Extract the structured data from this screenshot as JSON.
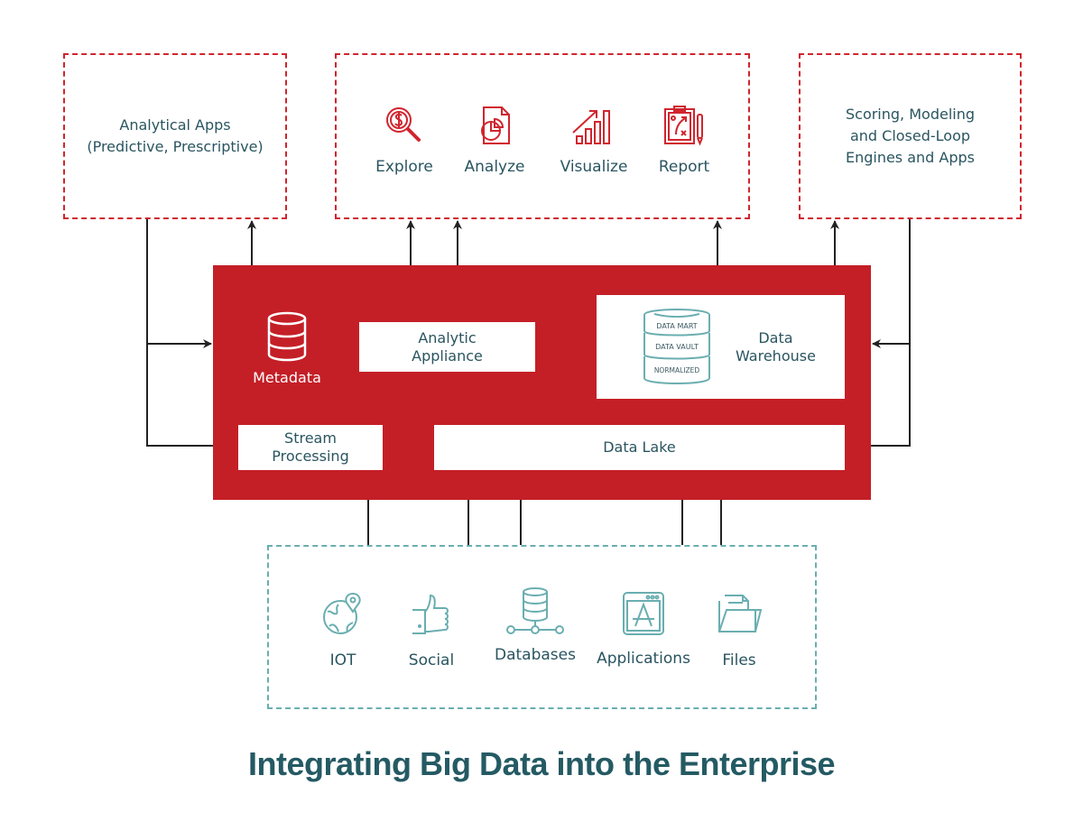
{
  "title": "Integrating Big Data into the Enterprise",
  "colors": {
    "accent_red": "#c41f27",
    "dash_red": "#d0252e",
    "teal": "#6aaeb0",
    "text": "#2a5560",
    "arrow": "#222222"
  },
  "consumers": {
    "analytical_apps": {
      "label": "Analytical Apps\n(Predictive, Prescriptive)"
    },
    "bi_tools": {
      "items": [
        {
          "label": "Explore",
          "icon": "dollar-magnifier-icon"
        },
        {
          "label": "Analyze",
          "icon": "pie-chart-document-icon"
        },
        {
          "label": "Visualize",
          "icon": "growth-bar-chart-icon"
        },
        {
          "label": "Report",
          "icon": "clipboard-strategy-icon"
        }
      ]
    },
    "scoring_engines": {
      "label": "Scoring, Modeling\nand Closed-Loop\nEngines and Apps"
    }
  },
  "core": {
    "metadata": {
      "label": "Metadata",
      "icon": "database-stack-icon"
    },
    "analytic_appliance": {
      "label": "Analytic\nAppliance"
    },
    "stream_processing": {
      "label": "Stream\nProcessing"
    },
    "data_lake": {
      "label": "Data Lake"
    },
    "data_warehouse": {
      "label": "Data\nWarehouse",
      "layers": [
        "DATA MART",
        "DATA VAULT",
        "NORMALIZED"
      ]
    }
  },
  "sources": {
    "items": [
      {
        "label": "IOT",
        "icon": "globe-location-icon"
      },
      {
        "label": "Social",
        "icon": "thumbs-up-icon"
      },
      {
        "label": "Databases",
        "icon": "database-network-icon"
      },
      {
        "label": "Applications",
        "icon": "app-window-icon"
      },
      {
        "label": "Files",
        "icon": "folder-files-icon"
      }
    ]
  }
}
